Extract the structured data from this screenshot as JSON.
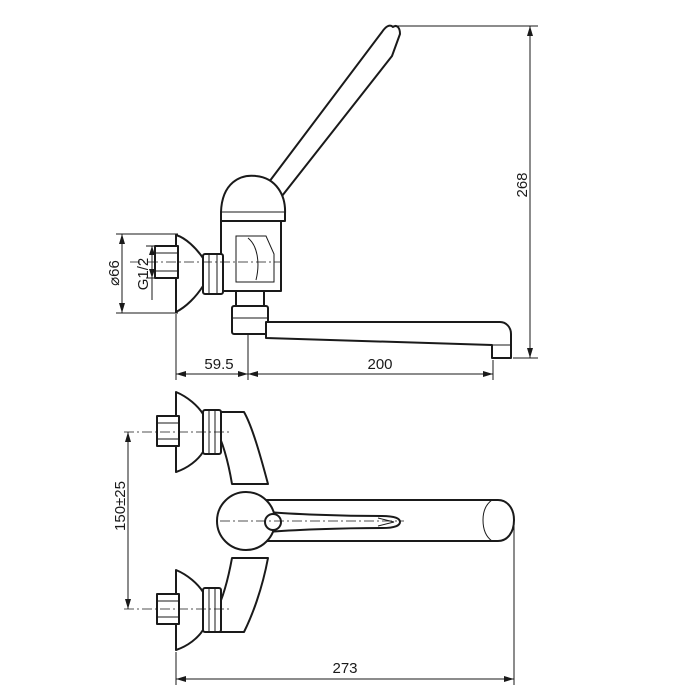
{
  "dimensions": {
    "total_height": "268",
    "outer_diameter": "⌀66",
    "thread": "G1/2",
    "wall_offset": "59.5",
    "spout_reach": "200",
    "inlet_spacing": "150±25",
    "total_width": "273"
  },
  "colors": {
    "line": "#1a1a1a",
    "background": "#ffffff"
  }
}
